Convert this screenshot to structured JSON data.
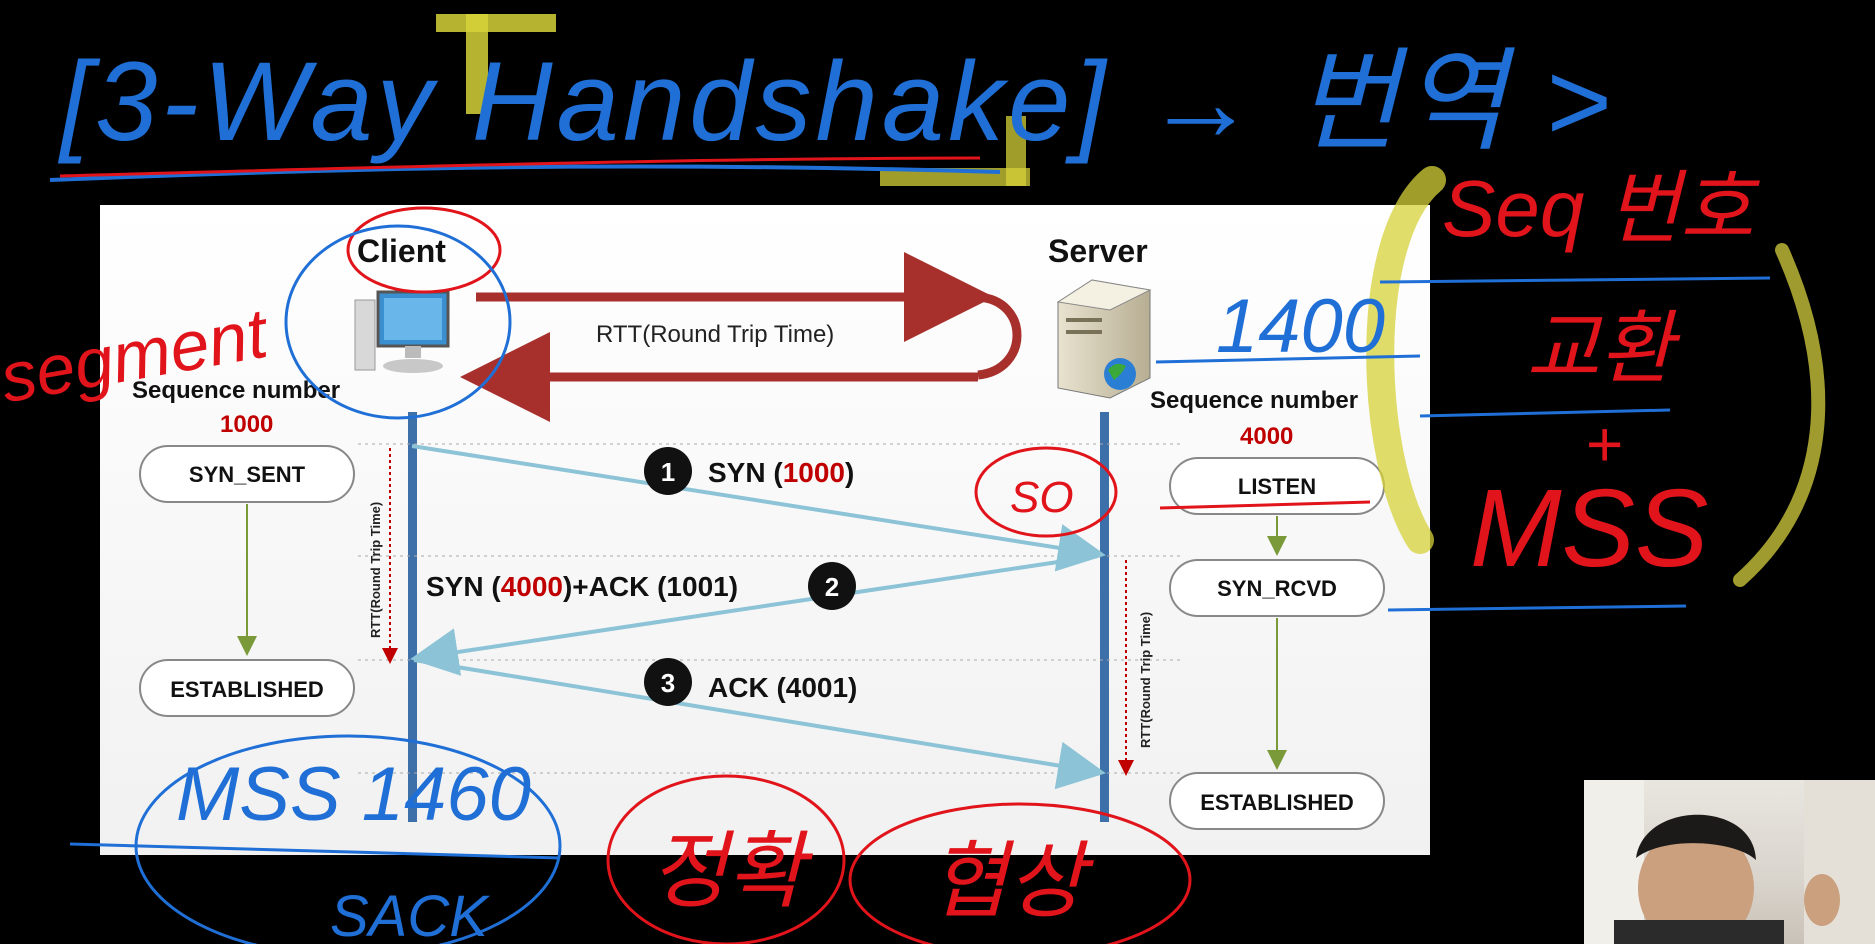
{
  "handwritten_title": "[3-Way Handshake] → 번역 >",
  "slide": {
    "client_label": "Client",
    "server_label": "Server",
    "rtt_label": "RTT(Round Trip Time)",
    "client_seq_label": "Sequence number",
    "client_seq_value": "1000",
    "server_seq_label": "Sequence number",
    "server_seq_value": "4000",
    "client_states": [
      "SYN_SENT",
      "ESTABLISHED"
    ],
    "server_states": [
      "LISTEN",
      "SYN_RCVD",
      "ESTABLISHED"
    ],
    "vertical_rtt_left": "RTT(Round Trip Time)",
    "vertical_rtt_right": "RTT(Round Trip Time)",
    "steps": [
      {
        "num": "1",
        "pre": "SYN (",
        "red": "1000",
        "post": ")"
      },
      {
        "num": "2",
        "pre": "SYN (",
        "red": "4000",
        "post": ")+ACK (1001)"
      },
      {
        "num": "3",
        "pre": "ACK (4001)",
        "red": "",
        "post": ""
      }
    ]
  },
  "handwritten_notes": {
    "left_margin": "segment",
    "server_number": "1400",
    "right_bracket": [
      "Seq 번호",
      "교환",
      "+",
      "MSS"
    ],
    "bottom_left": [
      "MSS 1460",
      "SACK"
    ],
    "bottom_center": [
      "정확",
      "협상"
    ],
    "server_circle": "SO"
  },
  "colors": {
    "background": "#000000",
    "slide": "#ffffff",
    "arrow_dark_red": "#a8302c",
    "timeline_blue": "#3d6fa8",
    "signal_arrow": "#8cc3d6",
    "red_value": "#c00000",
    "pen_blue": "#1f6fd6",
    "pen_red": "#e0141a",
    "pen_yellow": "#d6d23a"
  }
}
